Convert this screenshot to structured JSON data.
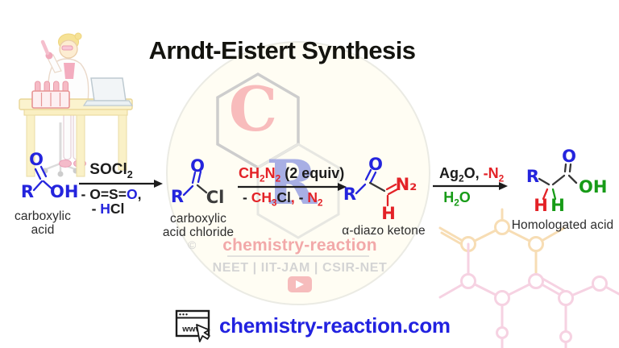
{
  "title": "Arndt-Eistert Synthesis",
  "colors": {
    "blue": "#2424dd",
    "red": "#e32227",
    "green": "#179b17",
    "black": "#1c1c1c",
    "dark": "#3c3c3c",
    "site_blue": "#2222e0",
    "watermark_pink": "#f2a9a9",
    "watermark_gray": "#d4d4d4"
  },
  "molecules": {
    "acid": {
      "atoms": {
        "r": "R",
        "o": "O",
        "oh": "OH"
      },
      "label": "carboxylic\nacid"
    },
    "acid_chloride": {
      "atoms": {
        "r": "R",
        "o": "O",
        "cl": "Cl"
      },
      "label": "carboxylic\nacid chloride"
    },
    "diazo_ketone": {
      "atoms": {
        "r": "R",
        "o": "O",
        "n2": "N₂",
        "h": "H"
      },
      "label": "α-diazo ketone"
    },
    "homologated_acid": {
      "atoms": {
        "r": "R",
        "o": "O",
        "oh": "OH",
        "h1": "H",
        "h2": "H"
      },
      "label": "Homologated acid"
    }
  },
  "arrows": {
    "step1": {
      "above": [
        {
          "t": "SOCl"
        },
        {
          "t": "2",
          "sub": true
        }
      ],
      "below1": [
        {
          "t": "- O=S="
        },
        {
          "t": "O",
          "c": "blue"
        },
        {
          "t": ","
        }
      ],
      "below2": [
        {
          "t": "- "
        },
        {
          "t": "H",
          "c": "blue"
        },
        {
          "t": "Cl"
        }
      ]
    },
    "step2": {
      "above": [
        {
          "t": "CH",
          "c": "red"
        },
        {
          "t": "2",
          "sub": true,
          "c": "red"
        },
        {
          "t": "N",
          "c": "red"
        },
        {
          "t": "2",
          "sub": true,
          "c": "red"
        },
        {
          "t": " (2 equiv)"
        }
      ],
      "below": [
        {
          "t": "- "
        },
        {
          "t": "CH",
          "c": "red"
        },
        {
          "t": "3",
          "sub": true,
          "c": "red"
        },
        {
          "t": "Cl"
        },
        {
          "t": ", ",
          "c": "red"
        },
        {
          "t": "- "
        },
        {
          "t": "N",
          "c": "red"
        },
        {
          "t": "2",
          "sub": true,
          "c": "red"
        }
      ]
    },
    "step3": {
      "above": [
        {
          "t": "Ag"
        },
        {
          "t": "2",
          "sub": true
        },
        {
          "t": "O, "
        },
        {
          "t": "-N",
          "c": "red"
        },
        {
          "t": "2",
          "sub": true,
          "c": "red"
        }
      ],
      "below": [
        {
          "t": "H",
          "c": "green"
        },
        {
          "t": "2",
          "sub": true,
          "c": "green"
        },
        {
          "t": "O",
          "c": "green"
        }
      ]
    }
  },
  "watermark": {
    "copyright": "©",
    "brand": "chemistry-reaction",
    "exams": "NEET | IIT-JAM | CSIR-NET",
    "letter_c": "C",
    "letter_r": "R"
  },
  "footer": {
    "browser_label": "www",
    "website": "chemistry-reaction.com"
  }
}
